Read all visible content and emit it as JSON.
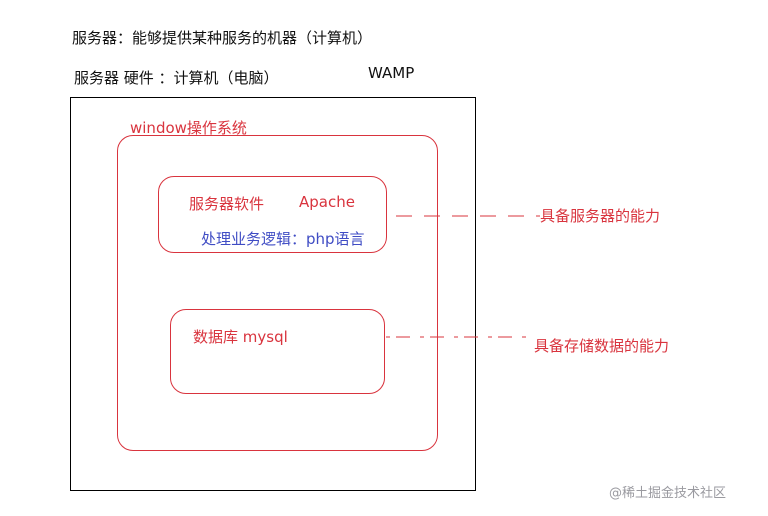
{
  "header": {
    "definition": "服务器：能够提供某种服务的机器（计算机）",
    "hardware": "服务器  硬件 ：计算机（电脑）",
    "stack": "WAMP"
  },
  "diagram": {
    "os_label": "window操作系统",
    "server_software": "服务器软件",
    "server_name": "Apache",
    "logic": "处理业务逻辑：php语言",
    "database": "数据库  mysql",
    "server_capability": "具备服务器的能力",
    "storage_capability": "具备存储数据的能力"
  },
  "watermark": "@稀土掘金技术社区",
  "colors": {
    "red": "#d9343e",
    "blue": "#3f4cc4",
    "black": "#000000"
  }
}
